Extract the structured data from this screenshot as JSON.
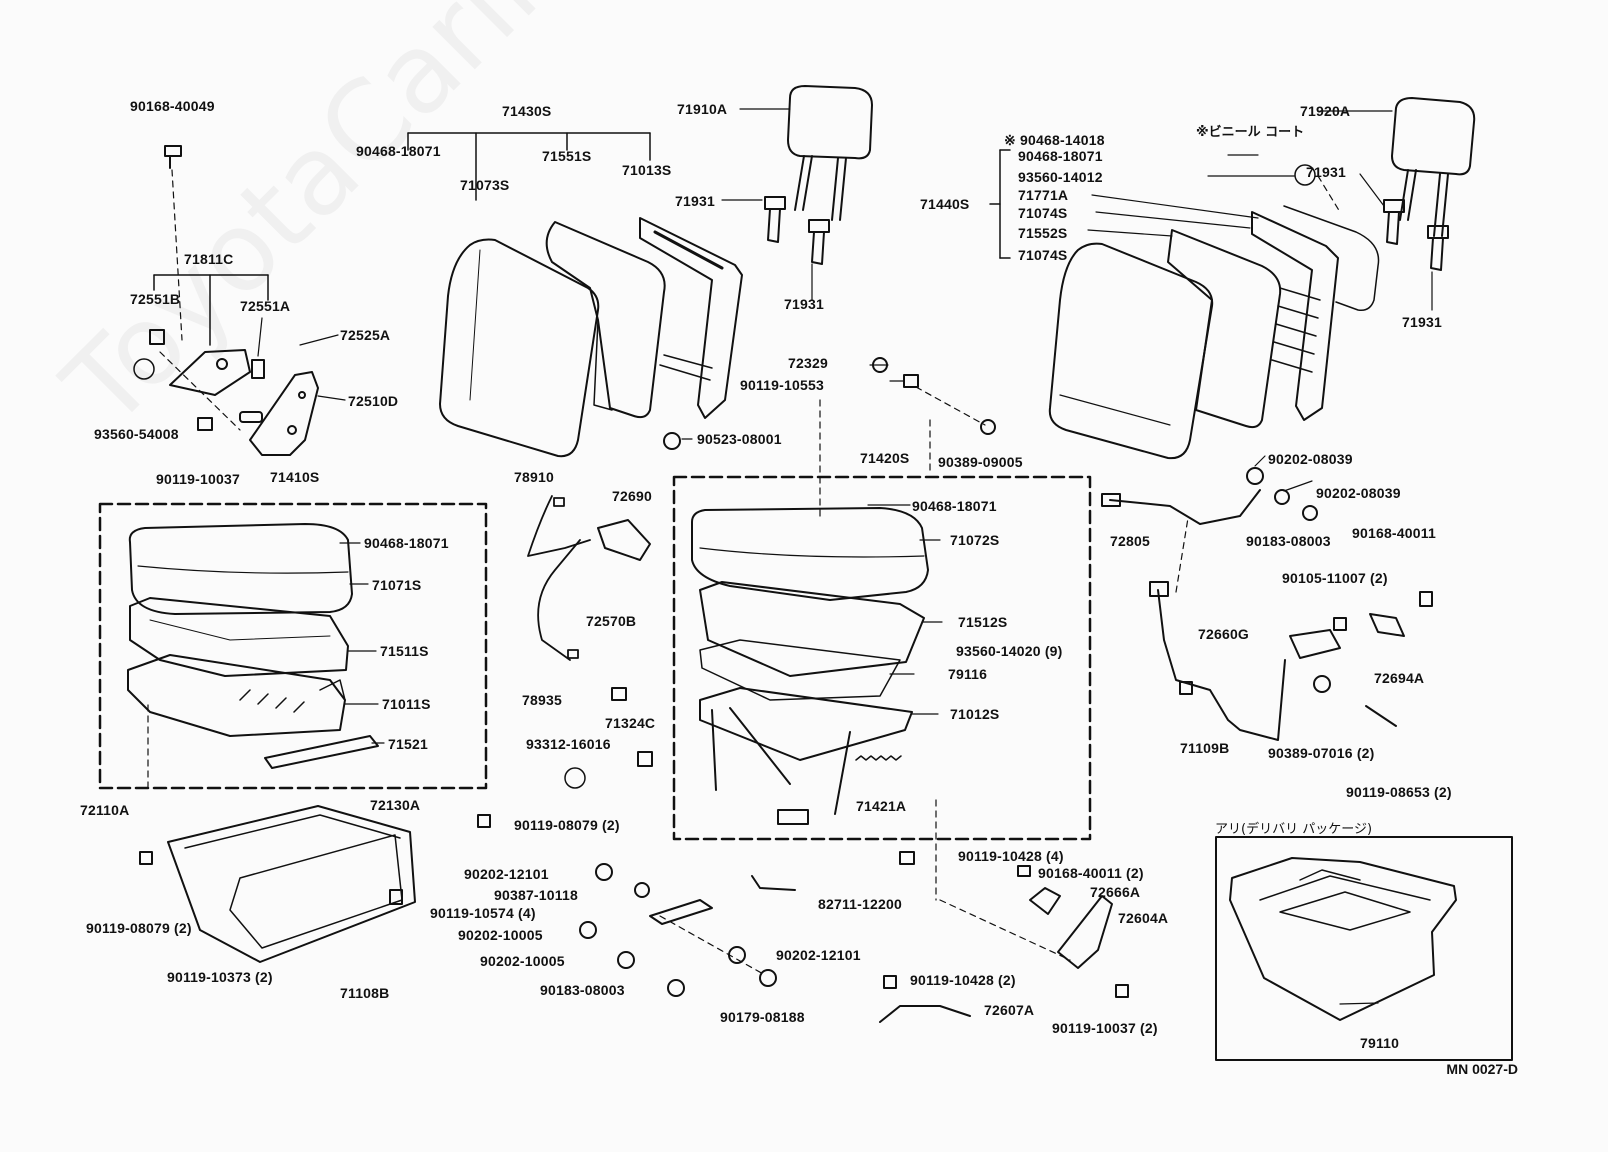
{
  "watermark": "ToyotaCarline.ru",
  "diagram_code": "MN 0027-D",
  "vinyl_note": "※ビニール コート",
  "option_box_title": "アリ(デリバリ パッケージ)",
  "colors": {
    "ink": "#111111",
    "paper": "#fbfbfb"
  },
  "parts": [
    {
      "id": "p01",
      "label": "90168-40049"
    },
    {
      "id": "p02",
      "label": "71430S"
    },
    {
      "id": "p03",
      "label": "71910A"
    },
    {
      "id": "p04",
      "label": "90468-18071"
    },
    {
      "id": "p05",
      "label": "71551S"
    },
    {
      "id": "p06",
      "label": "71013S"
    },
    {
      "id": "p07",
      "label": "71073S"
    },
    {
      "id": "p08",
      "label": "71931"
    },
    {
      "id": "p09",
      "label": "71931"
    },
    {
      "id": "p10",
      "label": "71811C"
    },
    {
      "id": "p11",
      "label": "72551B"
    },
    {
      "id": "p12",
      "label": "72551A"
    },
    {
      "id": "p13",
      "label": "72525A"
    },
    {
      "id": "p14",
      "label": "72510D"
    },
    {
      "id": "p15",
      "label": "93560-54008"
    },
    {
      "id": "p16",
      "label": "90119-10037"
    },
    {
      "id": "p17",
      "label": "71410S"
    },
    {
      "id": "p18",
      "label": "90468-18071"
    },
    {
      "id": "p19",
      "label": "71071S"
    },
    {
      "id": "p20",
      "label": "71511S"
    },
    {
      "id": "p21",
      "label": "71011S"
    },
    {
      "id": "p22",
      "label": "71521"
    },
    {
      "id": "p23",
      "label": "72110A"
    },
    {
      "id": "p24",
      "label": "72130A"
    },
    {
      "id": "p25",
      "label": "90119-08079 (2)"
    },
    {
      "id": "p26",
      "label": "90119-08079 (2)"
    },
    {
      "id": "p27",
      "label": "90119-10574 (4)"
    },
    {
      "id": "p28",
      "label": "90119-10373 (2)"
    },
    {
      "id": "p29",
      "label": "71108B"
    },
    {
      "id": "p30",
      "label": "72329"
    },
    {
      "id": "p31",
      "label": "90119-10553"
    },
    {
      "id": "p32",
      "label": "90523-08001"
    },
    {
      "id": "p33",
      "label": "71420S"
    },
    {
      "id": "p34",
      "label": "90389-09005"
    },
    {
      "id": "p35",
      "label": "78910"
    },
    {
      "id": "p36",
      "label": "72690"
    },
    {
      "id": "p37",
      "label": "72570B"
    },
    {
      "id": "p38",
      "label": "78935"
    },
    {
      "id": "p39",
      "label": "71324C"
    },
    {
      "id": "p40",
      "label": "93312-16016"
    },
    {
      "id": "p41",
      "label": "90468-18071"
    },
    {
      "id": "p42",
      "label": "71072S"
    },
    {
      "id": "p43",
      "label": "71512S"
    },
    {
      "id": "p44",
      "label": "93560-14020 (9)"
    },
    {
      "id": "p45",
      "label": "79116"
    },
    {
      "id": "p46",
      "label": "71012S"
    },
    {
      "id": "p47",
      "label": "71421A"
    },
    {
      "id": "p48",
      "label": "90202-12101"
    },
    {
      "id": "p49",
      "label": "90387-10118"
    },
    {
      "id": "p50",
      "label": "90202-10005"
    },
    {
      "id": "p51",
      "label": "90202-10005"
    },
    {
      "id": "p52",
      "label": "90183-08003"
    },
    {
      "id": "p53",
      "label": "90202-12101"
    },
    {
      "id": "p54",
      "label": "90179-08188"
    },
    {
      "id": "p55",
      "label": "82711-12200"
    },
    {
      "id": "p56",
      "label": "90119-10428 (4)"
    },
    {
      "id": "p57",
      "label": "90168-40011 (2)"
    },
    {
      "id": "p58",
      "label": "72666A"
    },
    {
      "id": "p59",
      "label": "72604A"
    },
    {
      "id": "p60",
      "label": "90119-10428 (2)"
    },
    {
      "id": "p61",
      "label": "72607A"
    },
    {
      "id": "p62",
      "label": "90119-10037 (2)"
    },
    {
      "id": "p63",
      "label": "71920A"
    },
    {
      "id": "p64",
      "label": "※ 90468-14018"
    },
    {
      "id": "p65",
      "label": "90468-18071"
    },
    {
      "id": "p66",
      "label": "93560-14012"
    },
    {
      "id": "p67",
      "label": "71440S"
    },
    {
      "id": "p68",
      "label": "71771A"
    },
    {
      "id": "p69",
      "label": "71074S"
    },
    {
      "id": "p70",
      "label": "71552S"
    },
    {
      "id": "p71",
      "label": "71074S"
    },
    {
      "id": "p72",
      "label": "71931"
    },
    {
      "id": "p73",
      "label": "71931"
    },
    {
      "id": "p74",
      "label": "90202-08039"
    },
    {
      "id": "p75",
      "label": "90202-08039"
    },
    {
      "id": "p76",
      "label": "72805"
    },
    {
      "id": "p77",
      "label": "90183-08003"
    },
    {
      "id": "p78",
      "label": "90168-40011"
    },
    {
      "id": "p79",
      "label": "90105-11007 (2)"
    },
    {
      "id": "p80",
      "label": "72660G"
    },
    {
      "id": "p81",
      "label": "72694A"
    },
    {
      "id": "p82",
      "label": "71109B"
    },
    {
      "id": "p83",
      "label": "90389-07016 (2)"
    },
    {
      "id": "p84",
      "label": "90119-08653 (2)"
    },
    {
      "id": "p85",
      "label": "79110"
    }
  ]
}
